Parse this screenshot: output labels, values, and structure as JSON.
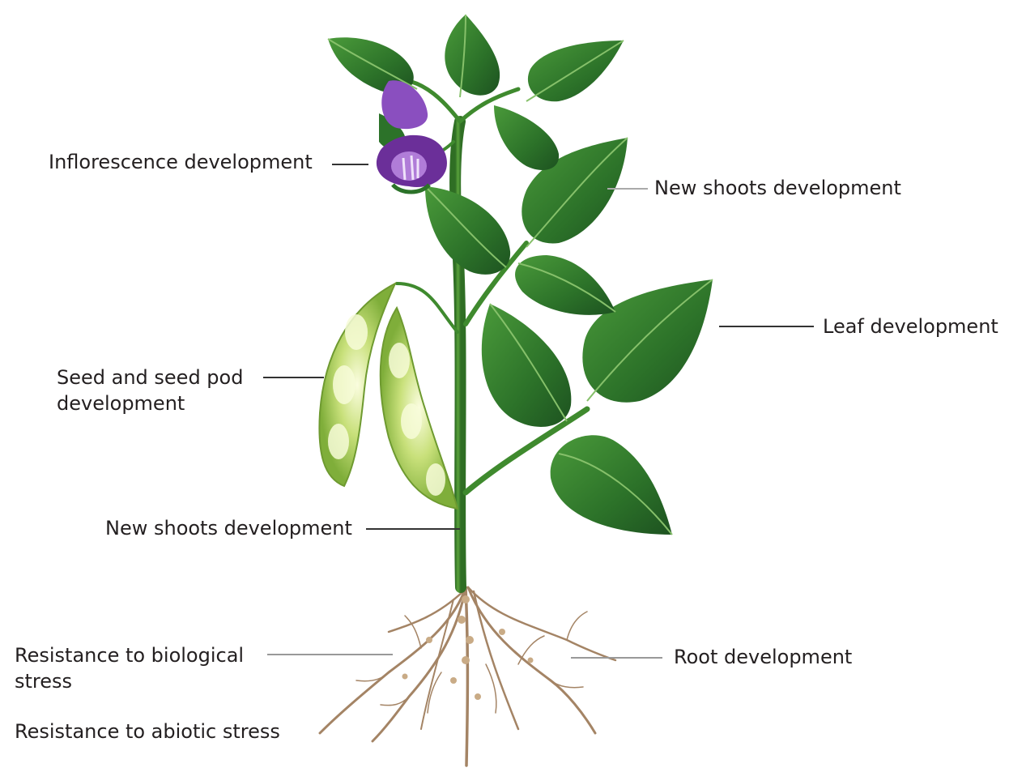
{
  "labels": {
    "inflorescence": "Inflorescence development",
    "new_shoots_top": "New shoots development",
    "leaf": "Leaf development",
    "seed_pod_line1": "Seed and seed pod",
    "seed_pod_line2": "development",
    "new_shoots_stem": "New shoots development",
    "biological_stress_line1": "Resistance to biological",
    "biological_stress_line2": "stress",
    "root": "Root development",
    "abiotic_stress": "Resistance to abiotic stress"
  },
  "colors": {
    "leaf_dark": "#1f5a21",
    "leaf_mid": "#3a8a33",
    "leaf_light": "#67ad4a",
    "stem": "#3f8a2e",
    "pod": "#a9cf53",
    "pod_highlight": "#f3f7c8",
    "flower": "#7a3fa8",
    "flower_light": "#b07cd8",
    "root": "#a48465",
    "leader_line": "#333333"
  }
}
